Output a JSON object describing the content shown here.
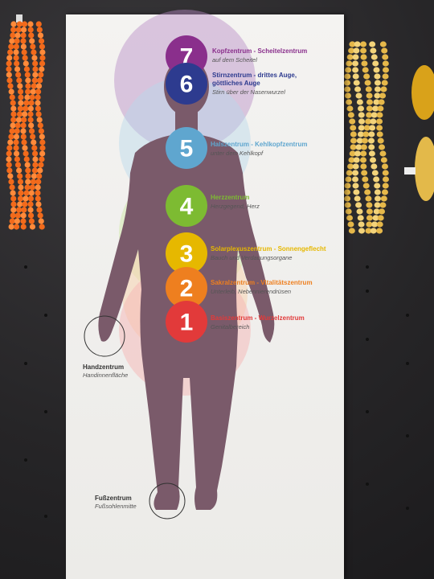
{
  "colors": {
    "c7": "#8a2f8c",
    "c6": "#2d3b8f",
    "c5": "#7fb7d9",
    "c4": "#8cc43f",
    "c3": "#f2c52a",
    "c2": "#f28e2b",
    "c1": "#e53935",
    "body": "#7a5a6a"
  },
  "chakras": [
    {
      "num": "7",
      "title": "Kopfzentrum - Scheitelzentrum",
      "sub": "auf dem Scheitel",
      "color": "#8a2f8c"
    },
    {
      "num": "6",
      "title": "Stirnzentrum - drittes Auge,",
      "title2": "göttliches Auge",
      "sub": "Stirn über der Nasenwurzel",
      "color": "#2d3b8f"
    },
    {
      "num": "5",
      "title": "Halszentrum - Kehlkopfzentrum",
      "sub": "unter dem Kehlkopf",
      "color": "#5fa6cf"
    },
    {
      "num": "4",
      "title": "Herzzentrum",
      "sub": "Herzgegend, Herz",
      "color": "#7dbb32"
    },
    {
      "num": "3",
      "title": "Solarplexuszentrum - Sonnengeflecht",
      "sub": "Bauch und Verdauungsorgane",
      "color": "#e6b800"
    },
    {
      "num": "2",
      "title": "Sakralzentrum - Vitalitätszentrum",
      "sub": "Unterleib, Nebennierendrüsen",
      "color": "#ee7f1f"
    },
    {
      "num": "1",
      "title": "Basiszentrum - Wurzelzentrum",
      "sub": "Genitalbereich",
      "color": "#e23a3a"
    }
  ],
  "hand": {
    "title": "Handzentrum",
    "sub": "Handinnenfläche"
  },
  "foot": {
    "title": "Fußzentrum",
    "sub": "Fußsohlenmitte"
  }
}
